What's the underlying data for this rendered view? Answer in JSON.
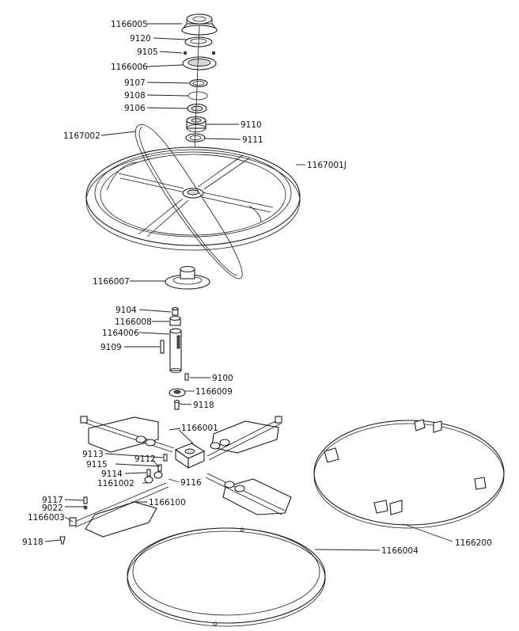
{
  "labels": {
    "p1166005": "1166005",
    "p9120": "9120",
    "p9105": "9105",
    "p1166006": "1166006",
    "p9107": "9107",
    "p9108": "9108",
    "p9106": "9106",
    "p9110": "9110",
    "p9111": "9111",
    "p1167002": "1167002",
    "p1167001J": "1167001J",
    "p1166007": "1166007",
    "p9104": "9104",
    "p1166008": "1166008",
    "p1164006": "1164006",
    "p9109": "9109",
    "p9100": "9100",
    "p1166009": "1166009",
    "p9118a": "9118",
    "p1166001": "1166001",
    "p9113": "9113",
    "p9112": "9112",
    "p9115": "9115",
    "p9114": "9114",
    "p9116": "9116",
    "p1161002": "1161002",
    "p9117": "9117",
    "p9022": "9022",
    "p1166100": "1166100",
    "p1166003": "1166003",
    "p9118b": "9118",
    "p1166200": "1166200",
    "p1166004": "1166004"
  }
}
